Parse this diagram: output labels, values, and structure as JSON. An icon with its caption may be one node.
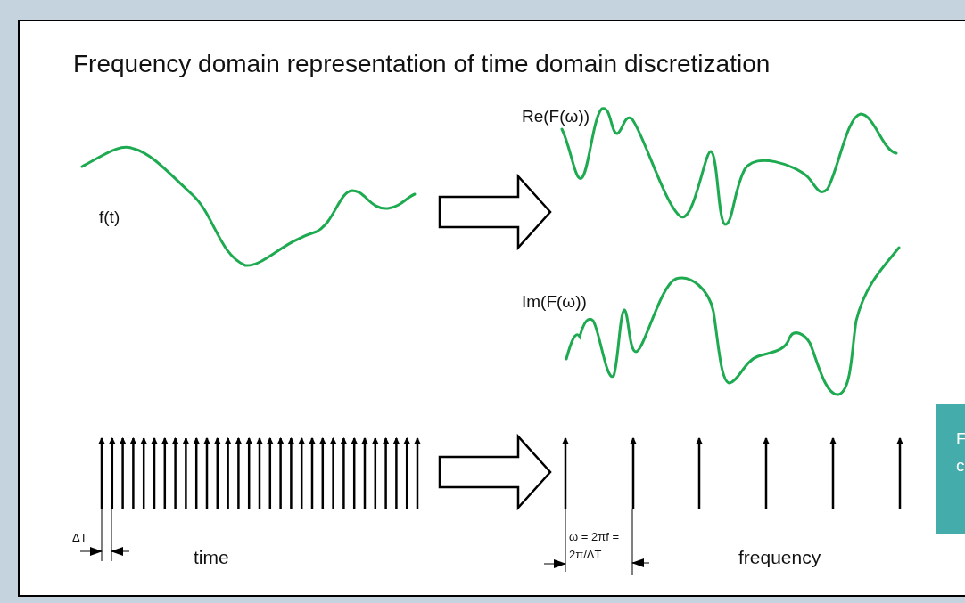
{
  "diagram": {
    "title": "Frequency domain representation of time domain discretization",
    "labels": [
      "f(t)",
      "Re(F(ω))",
      "Im(F(ω))",
      "ΔT",
      "time",
      "ω = 2πf = 2π/ΔT",
      "frequency",
      "F",
      "c"
    ]
  }
}
